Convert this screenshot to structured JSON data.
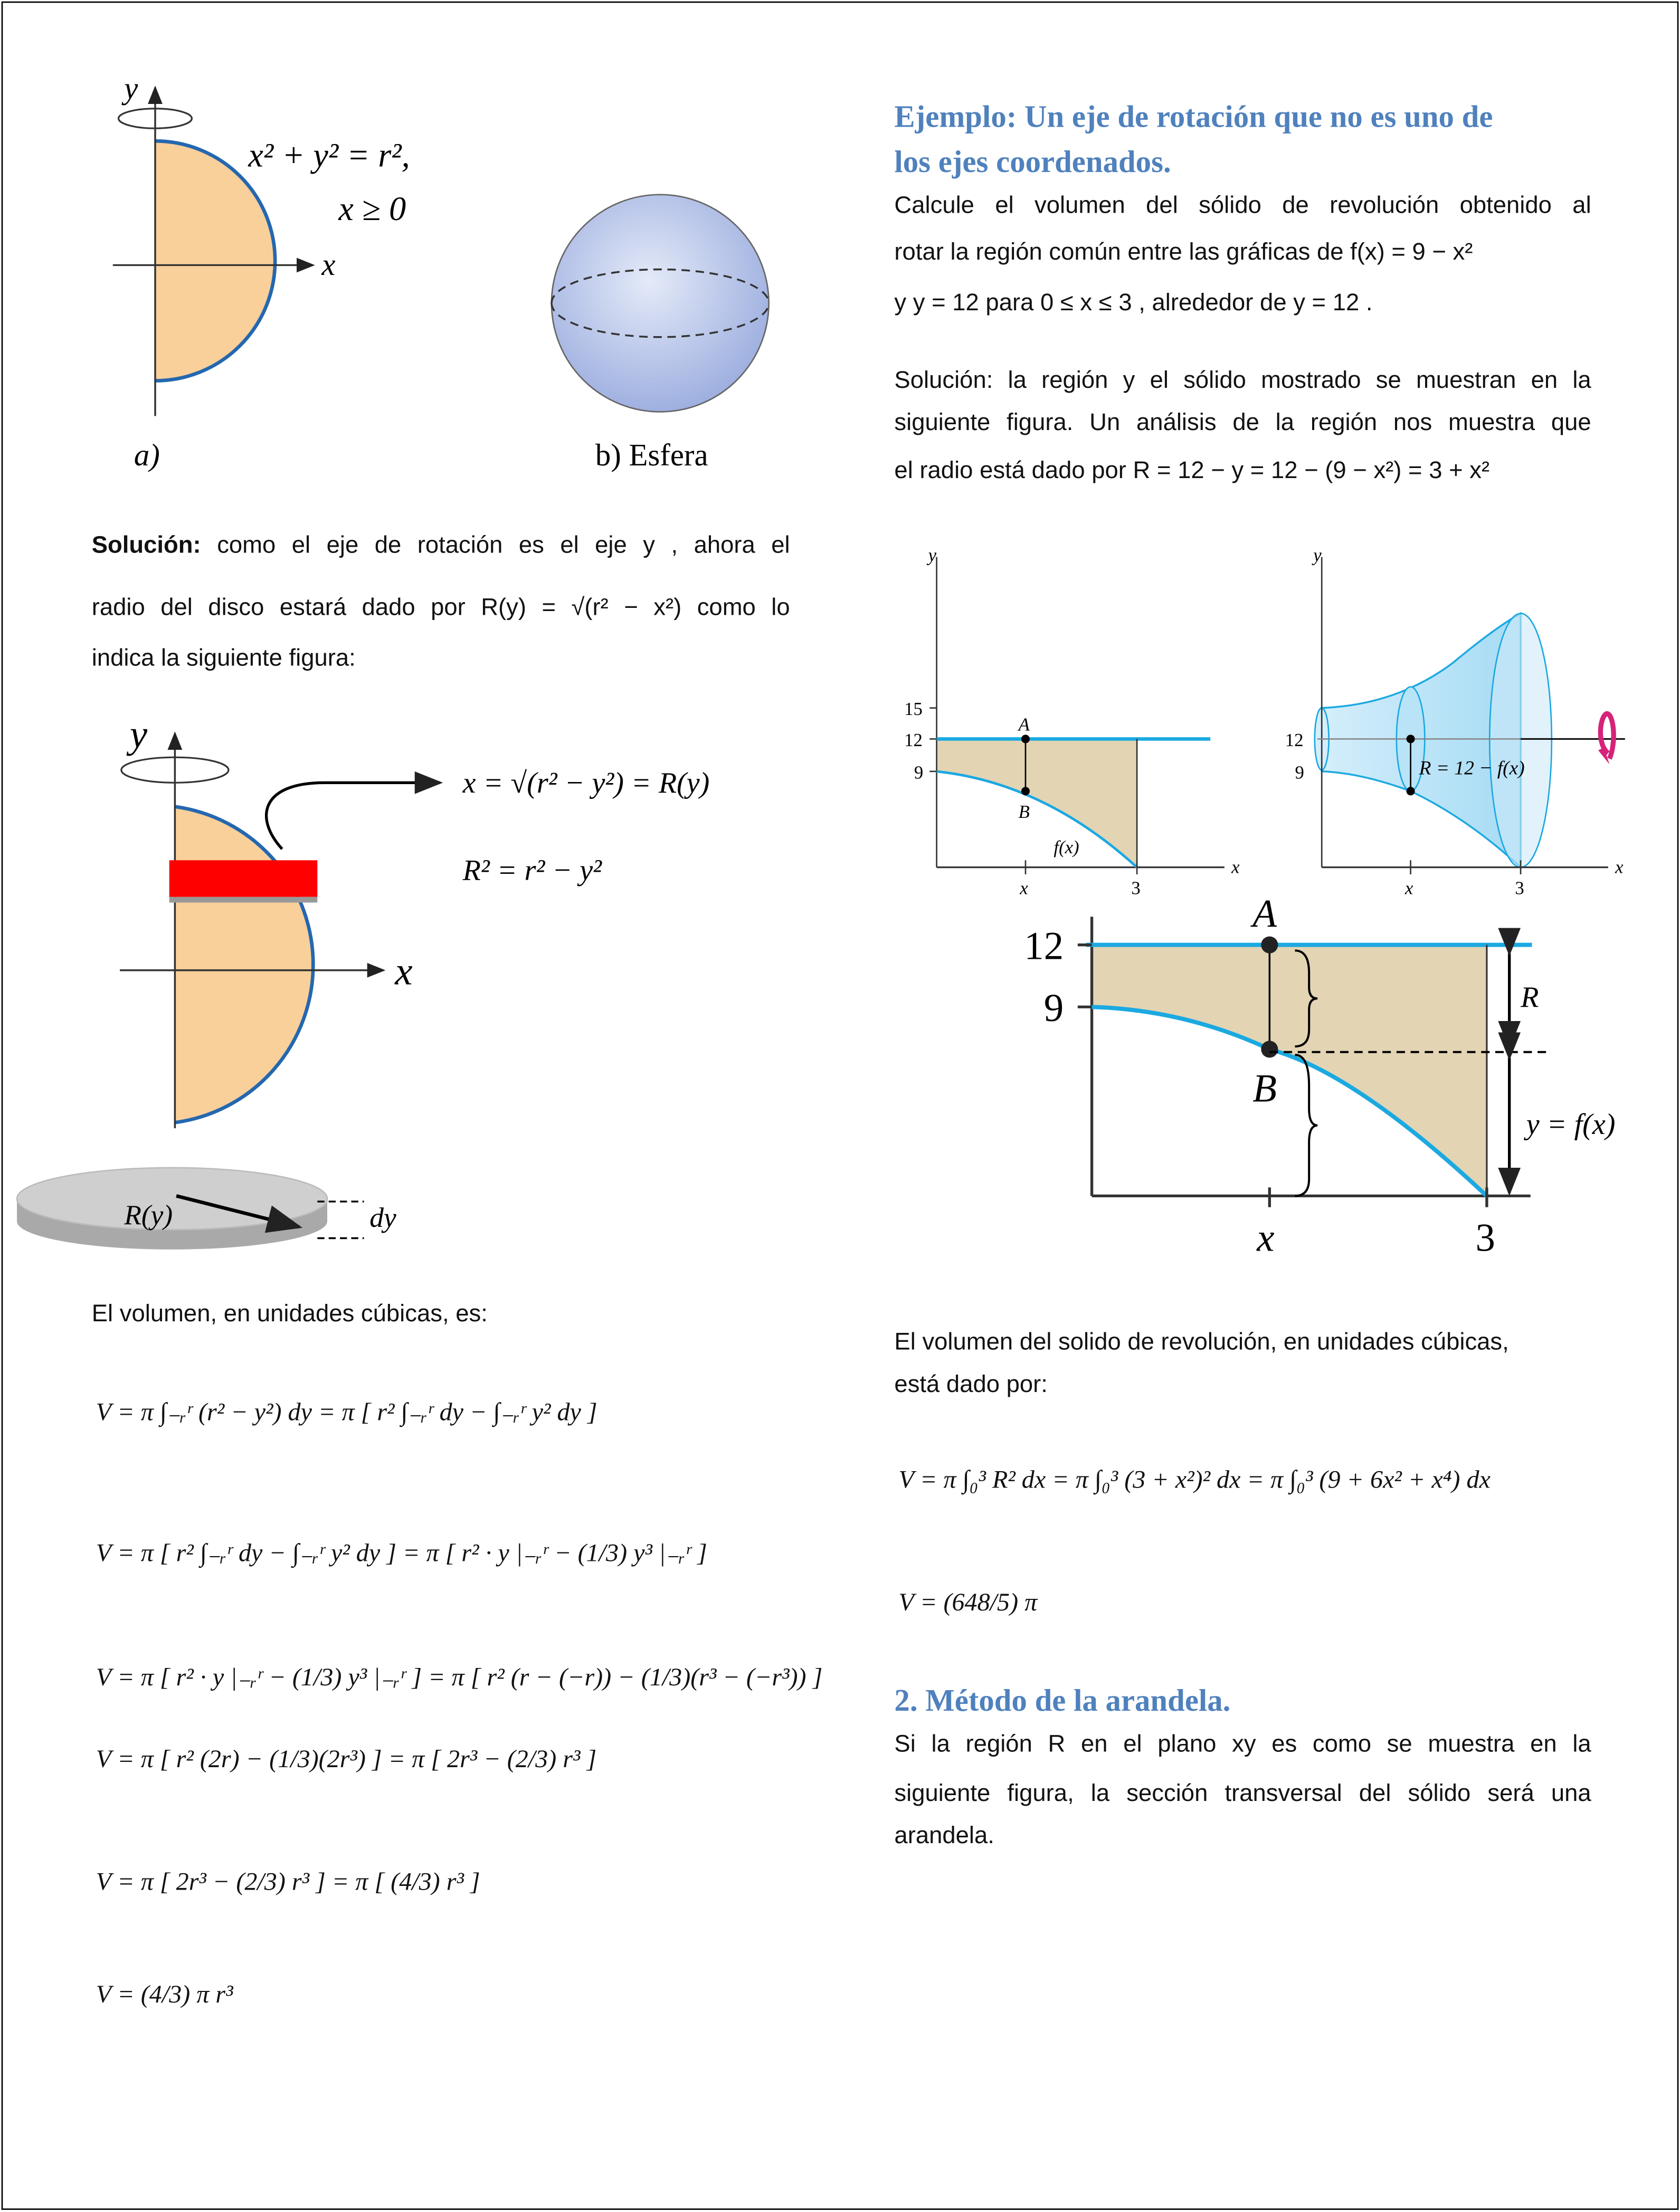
{
  "left": {
    "fig_a": {
      "y_label": "y",
      "x_label": "x",
      "equation": "x² + y² = r²,",
      "condition": "x ≥ 0",
      "caption": "a)"
    },
    "fig_b": {
      "caption": "b) Esfera"
    },
    "solution": {
      "bold": "Solución:",
      "line1": " como el eje de rotación es el eje  y , ahora el",
      "line2": "radio del disco estará dado por  R(y) = √(r² − x²)  como lo",
      "line3": "indica la siguiente figura:"
    },
    "fig_disk": {
      "y_label": "y",
      "x_label": "x",
      "eq1": "x = √(r² − y²) = R(y)",
      "eq2": "R² = r² − y²",
      "radius_label": "R(y)",
      "dy_label": "dy"
    },
    "volume_intro": "El volumen, en unidades cúbicas, es:",
    "equations": [
      "V = π ∫₋ᵣʳ (r² − y²) dy = π [ r² ∫₋ᵣʳ dy − ∫₋ᵣʳ y² dy ]",
      "V = π [ r² ∫₋ᵣʳ dy − ∫₋ᵣʳ y² dy ] = π [ r² · y |₋ᵣʳ − (1/3) y³ |₋ᵣʳ ]",
      "V = π [ r² · y |₋ᵣʳ − (1/3) y³ |₋ᵣʳ ] = π [ r² (r − (−r)) − (1/3)(r³ − (−r³)) ]",
      "V = π [ r² (2r) − (1/3)(2r³) ] = π [ 2r³ − (2/3) r³ ]",
      "V = π [ 2r³ − (2/3) r³ ] = π [ (4/3) r³ ]",
      "V = (4/3) π r³"
    ]
  },
  "right": {
    "heading_line1": "Ejemplo: Un eje de rotación que no es uno de",
    "heading_line2": "los ejes coordenados.",
    "problem": {
      "line1": "Calcule el volumen del sólido de revolución obtenido al",
      "line2": "rotar la región común entre las gráficas de  f(x) = 9 − x²",
      "line3": "y  y = 12  para  0 ≤ x ≤ 3 , alrededor de  y = 12 ."
    },
    "solution": {
      "line1": "Solución: la región y el sólido mostrado se muestran en la",
      "line2": "siguiente figura. Un análisis de la región nos muestra que",
      "line3": "el radio está dado por  R = 12 − y = 12 − (9 − x²) = 3 + x²"
    },
    "graph_region": {
      "y_label": "y",
      "x_label": "x",
      "ticks_y": [
        "15",
        "12",
        "9"
      ],
      "ticks_x": [
        "x",
        "3"
      ],
      "point_a": "A",
      "point_b": "B",
      "curve_label": "f(x)"
    },
    "graph_solid": {
      "y_label": "y",
      "x_label": "x",
      "ticks_y": [
        "12",
        "9"
      ],
      "ticks_x": [
        "x",
        "3"
      ],
      "radius_label": "R = 12 − f(x)",
      "rotation_color": "#d6237a"
    },
    "graph_detail": {
      "ticks_y": [
        "12",
        "9"
      ],
      "ticks_x": [
        "x",
        "3"
      ],
      "point_a": "A",
      "point_b": "B",
      "r_label": "R",
      "yf_label": "y = f(x)"
    },
    "volume_intro_line1": "El volumen del solido de revolución, en unidades cúbicas,",
    "volume_intro_line2": "está dado por:",
    "equation1": "V = π ∫₀³ R² dx = π ∫₀³ (3 + x²)² dx = π ∫₀³ (9 + 6x² + x⁴) dx",
    "equation2": "V = (648/5) π",
    "section_heading": "2. Método de la arandela.",
    "section_text": {
      "line1": "Si la región  R  en el plano  xy  es como se muestra en la",
      "line2": "siguiente figura, la sección transversal del sólido será una",
      "line3": "arandela."
    }
  },
  "colors": {
    "heading": "#4f81bd",
    "region_fill": "#e3d4b4",
    "curve_blue": "#1ba9e1",
    "semicircle_fill": "#f9cf9a",
    "semicircle_stroke": "#2467b0",
    "disk_strip": "#ff0000",
    "sphere": "#b8c6ea"
  }
}
